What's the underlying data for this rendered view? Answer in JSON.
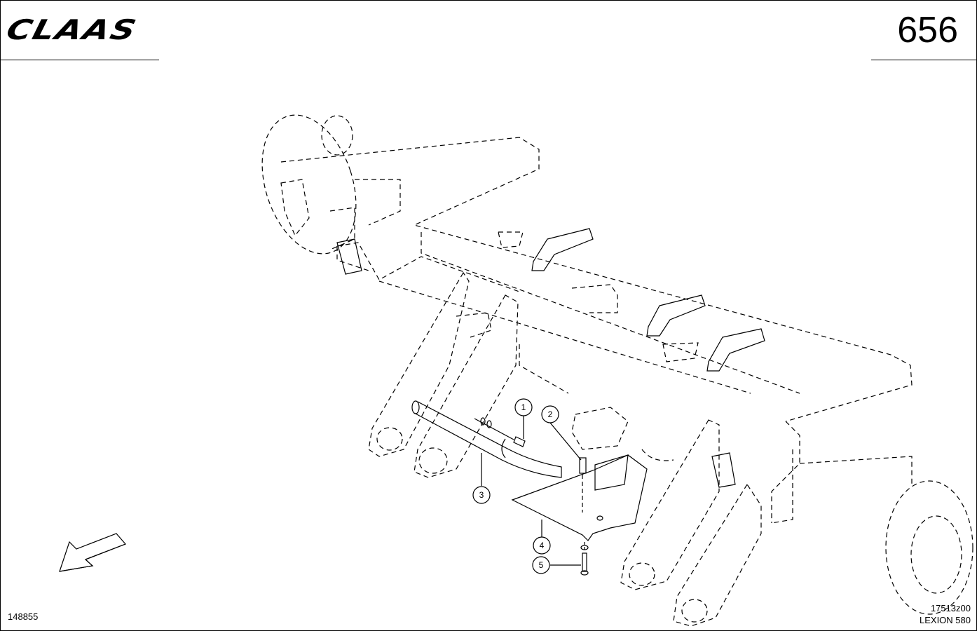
{
  "header": {
    "brand": "CLAAS",
    "page_number": "656"
  },
  "footer": {
    "document_id": "148855",
    "drawing_ref": "17513z00",
    "model": "LEXION 580"
  },
  "callouts": [
    {
      "id": "1",
      "label": "1"
    },
    {
      "id": "2",
      "label": "2"
    },
    {
      "id": "3",
      "label": "3"
    },
    {
      "id": "4",
      "label": "4"
    },
    {
      "id": "5",
      "label": "5"
    }
  ],
  "colors": {
    "line": "#000000",
    "background": "#ffffff"
  },
  "icons": {
    "direction": "direction-arrow-icon"
  }
}
